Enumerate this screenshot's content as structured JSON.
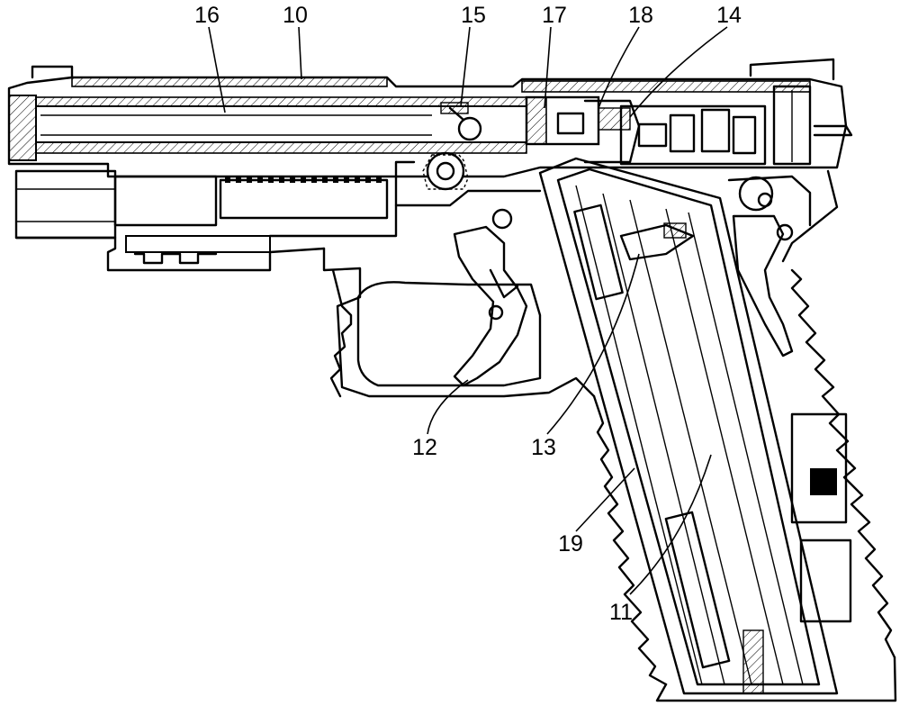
{
  "figure": {
    "labels": {
      "l16": "16",
      "l10": "10",
      "l15": "15",
      "l17": "17",
      "l18": "18",
      "l14": "14",
      "l12": "12",
      "l13": "13",
      "l19": "19",
      "l11": "11"
    }
  }
}
